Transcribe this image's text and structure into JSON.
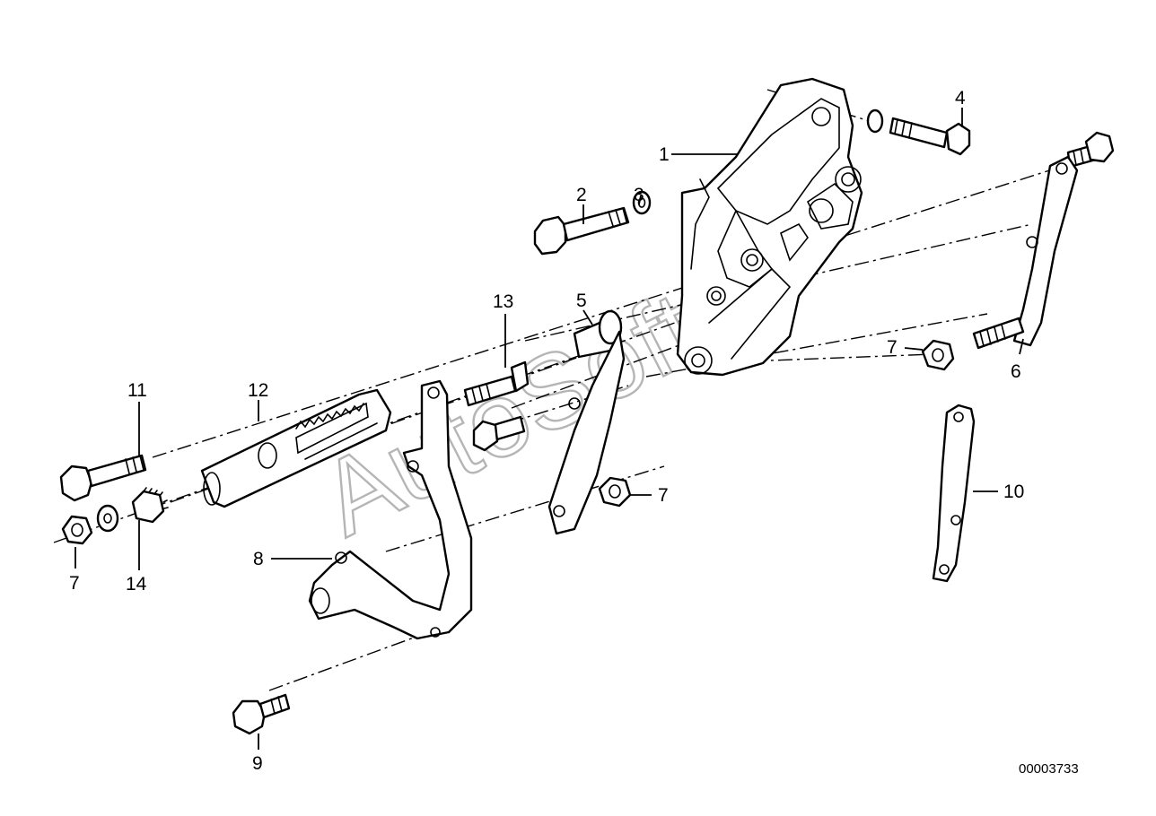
{
  "diagram": {
    "labels": {
      "l1": "1",
      "l2": "2",
      "l3": "3",
      "l4": "4",
      "l5": "5",
      "l6": "6",
      "l7a": "7",
      "l7b": "7",
      "l7c": "7",
      "l8": "8",
      "l9": "9",
      "l10": "10",
      "l11": "11",
      "l12": "12",
      "l13": "13",
      "l14": "14"
    },
    "drawing_number": "00003733",
    "watermark": "AutoSoft"
  }
}
